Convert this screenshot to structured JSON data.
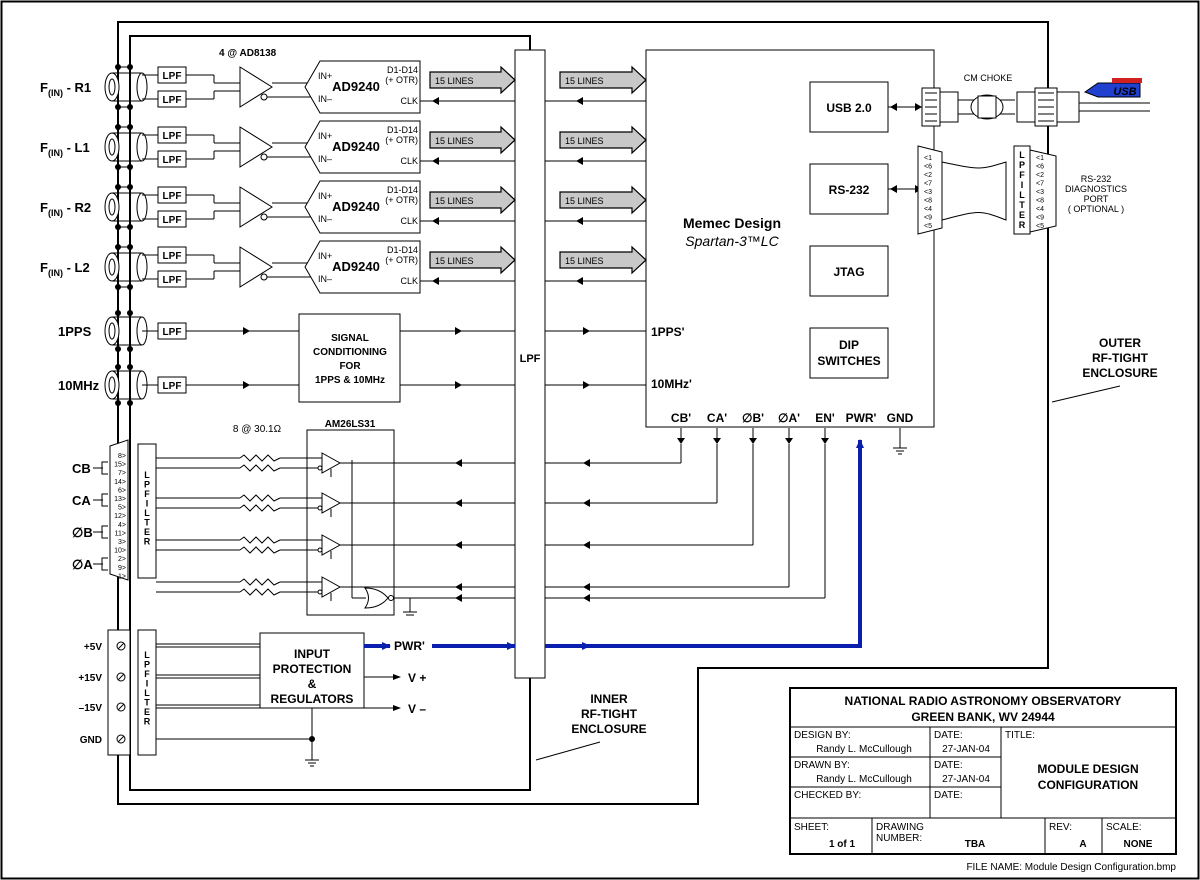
{
  "colors": {
    "line": "#000000",
    "power_bus": "#0a1fae",
    "bus_arrow": "#c8c8c8",
    "wire_red": "#d02020",
    "wire_yellow": "#e0d020"
  },
  "amp_label": "4 @ AD8138",
  "adc_label": "AD9240",
  "adc_in_plus": "IN+",
  "adc_in_minus": "IN–",
  "adc_d_label": "D1-D14",
  "adc_otr_label": "(+ OTR)",
  "adc_clk_label": "CLK",
  "bus_label": "15 LINES",
  "lpf_label": "LPF",
  "channels": [
    {
      "label": "F(IN) - R1"
    },
    {
      "label": "F(IN) - L1"
    },
    {
      "label": "F(IN) - R2"
    },
    {
      "label": "F(IN) - L2"
    }
  ],
  "fin_main": "F",
  "fin_sub": "(IN)",
  "fin_suffixes": [
    "- R1",
    "- L1",
    "- R2",
    "- L2"
  ],
  "timing_inputs": [
    "1PPS",
    "10MHz"
  ],
  "signal_conditioning": [
    "SIGNAL",
    "CONDITIONING",
    "FOR",
    "1PPS & 10MHz"
  ],
  "backplane_label": "LPF",
  "fpga": {
    "title": "Memec Design",
    "subtitle": "Spartan-3™LC",
    "blocks": [
      "USB 2.0",
      "RS-232",
      "JTAG",
      "DIP SWITCHES"
    ],
    "pins_left": [
      "1PPS'",
      "10MHz'"
    ],
    "pins_bottom": [
      "CB'",
      "CA'",
      "∅B'",
      "∅A'",
      "EN'",
      "PWR'",
      "GND"
    ]
  },
  "cm_choke": "CM CHOKE",
  "usb_logo": "USB",
  "rs232_note": [
    "RS-232",
    "DIAGNOSTICS",
    "PORT",
    "( OPTIONAL )"
  ],
  "db9_pins_left": [
    "<1",
    "<6",
    "<2",
    "<7",
    "<3",
    "<8",
    "<4",
    "<9",
    "<5"
  ],
  "db9_pins_right": [
    "<1",
    "<6",
    "<2",
    "<7",
    "<3",
    "<8",
    "<4",
    "<9",
    "<5"
  ],
  "lpfilter_letters": [
    "L",
    "P",
    "F",
    "I",
    "L",
    "T",
    "E",
    "R"
  ],
  "outer_enclosure": [
    "OUTER",
    "RF-TIGHT",
    "ENCLOSURE"
  ],
  "inner_enclosure": [
    "INNER",
    "RF-TIGHT",
    "ENCLOSURE"
  ],
  "resistor_label": "8 @ 30.1Ω",
  "driver_label": "AM26LS31",
  "encoder_outputs": [
    "CB",
    "CA",
    "∅B",
    "∅A"
  ],
  "db15_pins": [
    "8>",
    "15>",
    "7>",
    "14>",
    "6>",
    "13>",
    "5>",
    "12>",
    "4>",
    "11>",
    "3>",
    "10>",
    "2>",
    "9>",
    "1>"
  ],
  "power_inputs": [
    "+5V",
    "+15V",
    "–15V",
    "GND"
  ],
  "input_protection": [
    "INPUT",
    "PROTECTION",
    "&",
    "REGULATORS"
  ],
  "pwr_label": "PWR'",
  "v_plus": "V +",
  "v_minus": "V –",
  "title_block": {
    "org1": "NATIONAL RADIO ASTRONOMY OBSERVATORY",
    "org2": "GREEN BANK, WV  24944",
    "design_by_label": "DESIGN BY:",
    "design_by": "Randy L. McCullough",
    "drawn_by_label": "DRAWN BY:",
    "drawn_by": "Randy L. McCullough",
    "checked_by_label": "CHECKED BY:",
    "date_label": "DATE:",
    "date1": "27-JAN-04",
    "date2": "27-JAN-04",
    "title_label": "TITLE:",
    "title1": "MODULE DESIGN",
    "title2": "CONFIGURATION",
    "sheet_label": "SHEET:",
    "sheet": "1 of 1",
    "drawing_number_label1": "DRAWING",
    "drawing_number_label2": "NUMBER:",
    "drawing_number": "TBA",
    "rev_label": "REV:",
    "rev": "A",
    "scale_label": "SCALE:",
    "scale": "NONE",
    "file_name": "FILE NAME: Module Design Configuration.bmp"
  }
}
